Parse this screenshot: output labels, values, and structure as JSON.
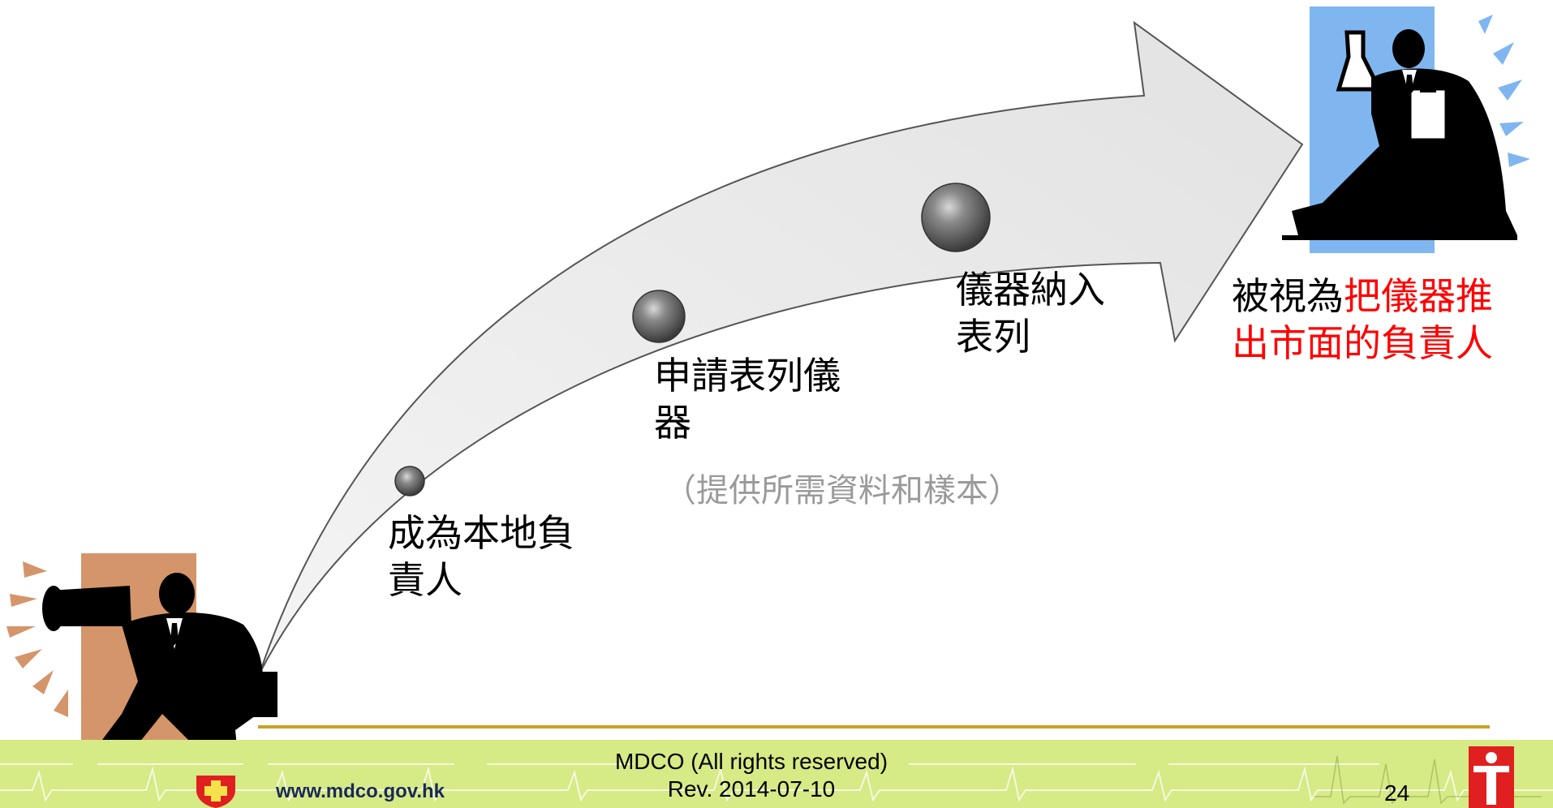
{
  "steps": [
    {
      "label_line1": "成為本地負",
      "label_line2": "責人"
    },
    {
      "label_line1": "申請表列儀",
      "label_line2": "器",
      "note": "（提供所需資料和樣本）"
    },
    {
      "label_line1": "儀器納入",
      "label_line2": "表列"
    }
  ],
  "outcome": {
    "line1_black": "被視為",
    "line1_red": "把儀器推",
    "line2_red": "出市面的負責人"
  },
  "footer": {
    "website": "www.mdco.gov.hk",
    "copyright": "MDCO (All rights reserved)",
    "revision": "Rev. 2014-07-10",
    "page_number": "24"
  },
  "colors": {
    "outcome_red": "#ff0000",
    "arrow_fill": "#e8e8e8",
    "start_panel": "#d4956a",
    "end_panel": "#7fb6ef",
    "footer_band": "#d6ea85",
    "footer_rule": "#c9a227",
    "note_gray": "#9a9a9a",
    "logo_red": "#e02020"
  }
}
